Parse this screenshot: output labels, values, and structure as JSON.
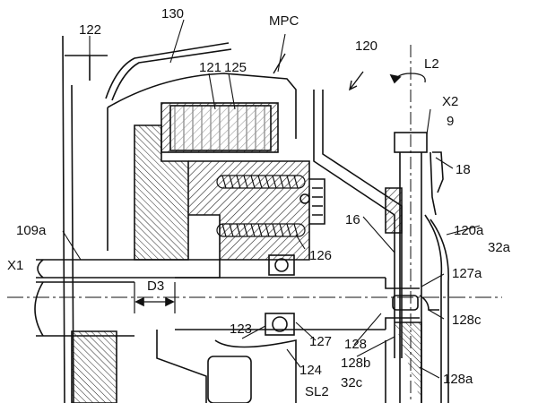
{
  "figure": {
    "labels": {
      "l122": "122",
      "l130": "130",
      "lMPC": "MPC",
      "l120": "120",
      "l121": "121",
      "l125": "125",
      "lL2": "L2",
      "lX2": "X2",
      "l9": "9",
      "l18": "18",
      "l16": "16",
      "l120a": "120a",
      "l109a": "109a",
      "l32a": "32a",
      "l126": "126",
      "lX1": "X1",
      "lD3": "D3",
      "l127a": "127a",
      "l123": "123",
      "l128c": "128c",
      "l127": "127",
      "l128": "128",
      "l128b": "128b",
      "l124": "124",
      "l128a": "128a",
      "lSL2": "SL2",
      "l32c": "32c"
    }
  }
}
